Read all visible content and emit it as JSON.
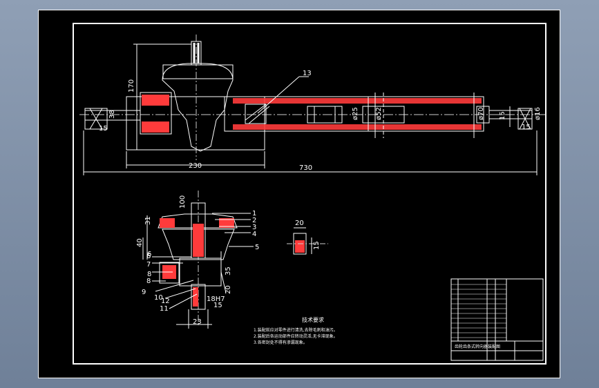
{
  "colors": {
    "background": "#8f9fb5",
    "paper": "#000000",
    "line": "#ffffff",
    "hatch": "#ff3b3b",
    "center": "#d9d9d9"
  },
  "main_view": {
    "dimensions": {
      "overall_length": "730",
      "left_length": "230",
      "housing_height": "170",
      "tube_dia_25": "ø25",
      "tube_dia_52": "ø52",
      "tube_dia_70": "ø70",
      "end_15": "15",
      "end_16": "ø16",
      "end_15b": "15",
      "left_15": "15",
      "left_38": "38"
    },
    "callout": "13"
  },
  "section_view": {
    "dimensions": {
      "d100": "100",
      "d31": "31",
      "d40": "40",
      "d35": "35",
      "d20": "20",
      "d23": "23",
      "d18h7": "18H7",
      "d15": "15",
      "d6": "6",
      "d8": "8"
    },
    "callouts": [
      "1",
      "2",
      "3",
      "4",
      "5",
      "6",
      "7",
      "8",
      "9",
      "10",
      "11",
      "12"
    ]
  },
  "detail_view": {
    "dimensions": {
      "d20": "20",
      "d15": "15"
    }
  },
  "tech_requirements": {
    "title": "技术要求",
    "lines": [
      "1.装配前应对零件进行清洗,去除毛刺和油污。",
      "2.装配后各运动部件应转动灵活,无卡滞现象。",
      "3.各密封处不得有渗漏现象。"
    ]
  },
  "title_block": {
    "drawing_name": "齿轮齿条式转向器装配图"
  }
}
